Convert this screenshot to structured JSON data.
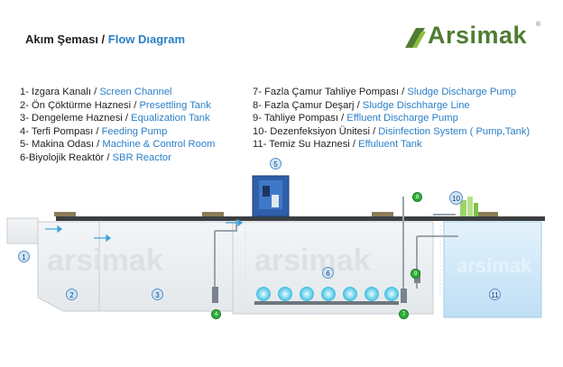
{
  "header": {
    "title_tr": "Akım Şeması /",
    "title_en": "Flow Dıagram"
  },
  "logo": {
    "text": "Arsimak",
    "reg": "®",
    "watermark": "arsimak"
  },
  "legend": {
    "left": [
      {
        "tr": "1- Izgara Kanalı / ",
        "en": "Screen Channel"
      },
      {
        "tr": "2- Ön Çöktürme Haznesi / ",
        "en": "Presettling Tank"
      },
      {
        "tr": "3- Dengeleme Haznesi / ",
        "en": "Equalization Tank"
      },
      {
        "tr": "4- Terfi Pompası / ",
        "en": "Feeding Pump"
      },
      {
        "tr": "5- Makina Odası / ",
        "en": "Machine & Control Room"
      },
      {
        "tr": "6-Biyolojik Reaktör / ",
        "en": "SBR Reactor"
      }
    ],
    "right": [
      {
        "tr": "7- Fazla Çamur Tahliye Pompası / ",
        "en": "Sludge Discharge Pump"
      },
      {
        "tr": "8- Fazla Çamur Deşarj / ",
        "en": "Sludge Dischharge Line"
      },
      {
        "tr": "9- Tahliye Pompası / ",
        "en": "Effluent Discharge Pump"
      },
      {
        "tr": "10- Dezenfeksiyon Ünitesi / ",
        "en": "Disinfection System ( Pump,Tank)"
      },
      {
        "tr": "11- Temiz Su Haznesi / ",
        "en": "Effuluent Tank"
      }
    ]
  },
  "markers": {
    "m1": "1",
    "m2": "2",
    "m3": "3",
    "m4": "4",
    "m5": "5",
    "m6": "6",
    "m7": "7",
    "m8": "8",
    "m9": "9",
    "m10": "10",
    "m11": "11"
  },
  "colors": {
    "tank_fill": "#eef1f3",
    "clean_water": "#cfe7fa",
    "pipe": "#9aa4ac",
    "ground": "#3c3f42",
    "lid": "#8b7d58",
    "machine_room": "#2f5fa8",
    "marker_green": "#2fae3a",
    "logo_green": "#4f7c32",
    "accent_blue": "#2a7fc8"
  }
}
